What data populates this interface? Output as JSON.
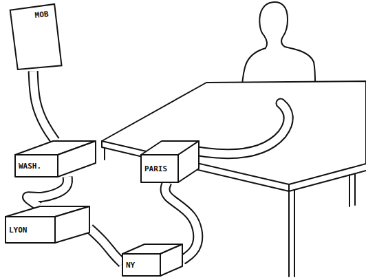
{
  "diagram": {
    "nodes": [
      {
        "text": [
          "MOB"
        ]
      },
      {
        "text": [
          "WASH."
        ]
      },
      {
        "text": [
          "PARIS"
        ]
      },
      {
        "text": [
          "LYON"
        ]
      },
      {
        "text": [
          "NY"
        ]
      }
    ],
    "edges": [
      {
        "from": 0,
        "to": 1,
        "arrow": "none"
      },
      {
        "from": 1,
        "to": 3,
        "arrow": "none"
      },
      {
        "from": 3,
        "to": 4,
        "arrow": "none"
      },
      {
        "from": 4,
        "to": 2,
        "arrow": "none"
      }
    ]
  }
}
